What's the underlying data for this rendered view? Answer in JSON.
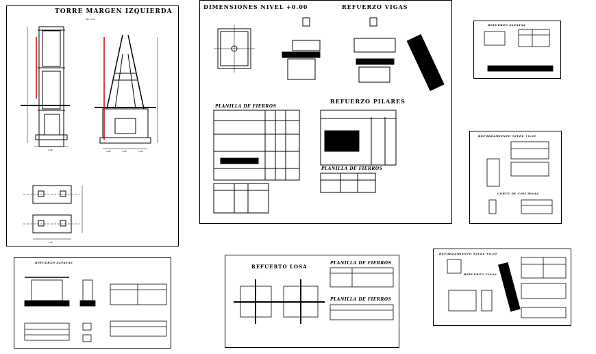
{
  "sheets": {
    "torre": {
      "title": "TORRE MARGEN IZQUIERDA",
      "dims": [
        "2.40",
        "1.00",
        "1.85",
        "1.85",
        "1.85"
      ]
    },
    "dimensiones": {
      "title": "DIMENSIONES NIVEL +0.00"
    },
    "refuerzo_vigas": {
      "title": "REFUERZO VIGAS"
    },
    "refuerzo_pilares": {
      "title": "REFUERZO PILARES"
    },
    "planilla_1": {
      "title": "PLANILLA DE FIERROS"
    },
    "planilla_2": {
      "title": "PLANILLA DE FIERROS"
    },
    "refuerzo_losa": {
      "title": "REFUERTO LOSA"
    },
    "planilla_3": {
      "title": "PLANILLA DE FIERROS"
    },
    "planilla_4": {
      "title": "PLANILLA DE FIERROS"
    },
    "refuerzo_zapatas_1": {
      "title": "REFUERZO ZAPATAS"
    },
    "refuerzo_zapatas_2": {
      "title": "REFUERZO ZAPATAS"
    },
    "refuerzo_nivel": {
      "title": "REFORZAMIENTO NIVEL +0.00"
    },
    "corte_columnas": {
      "title": "CORTE DE COLUMNAS"
    },
    "refuerzo_nivel_2": {
      "title": "REFORZAMIENTO NIVEL +0.00"
    },
    "refuerzo_vigas_2": {
      "title": "REFUERZO VIGAS"
    }
  },
  "colors": {
    "ink": "#000000",
    "accent": "#cc0000",
    "paper": "#ffffff"
  }
}
